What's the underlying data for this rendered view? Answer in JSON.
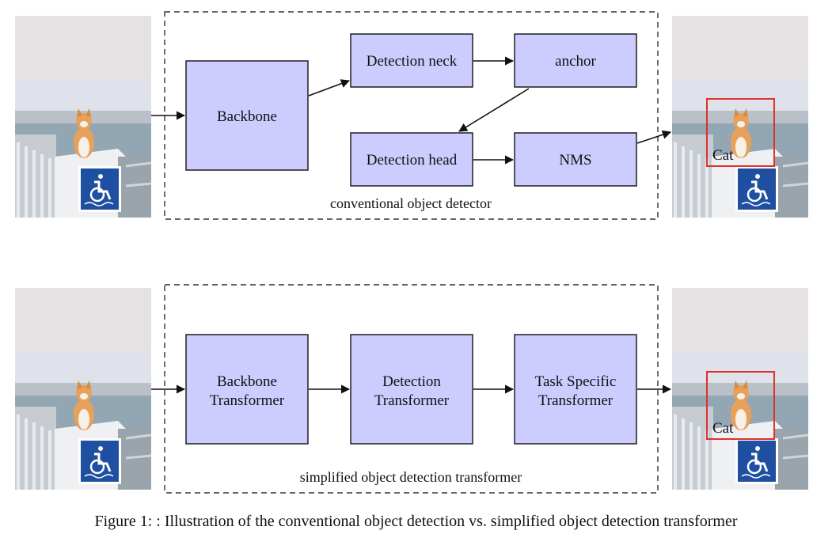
{
  "top": {
    "frame_label": "conventional object detector",
    "backbone": "Backbone",
    "neck": "Detection neck",
    "anchor": "anchor",
    "head": "Detection head",
    "nms": "NMS",
    "output_label": "Cat"
  },
  "bottom": {
    "frame_label": "simplified object detection transformer",
    "backbone": [
      "Backbone",
      "Transformer"
    ],
    "detection": [
      "Detection",
      "Transformer"
    ],
    "task": [
      "Task Specific",
      "Transformer"
    ],
    "output_label": "Cat"
  },
  "caption": "Figure 1: : Illustration of the conventional object detection vs. simplified object detection transformer",
  "colors": {
    "box_fill": "#ccccff",
    "bbox_stroke": "#e0302e",
    "sky": "#d9dde6",
    "sea": "#8fa3b1",
    "sign_blue": "#1f4fa0"
  }
}
